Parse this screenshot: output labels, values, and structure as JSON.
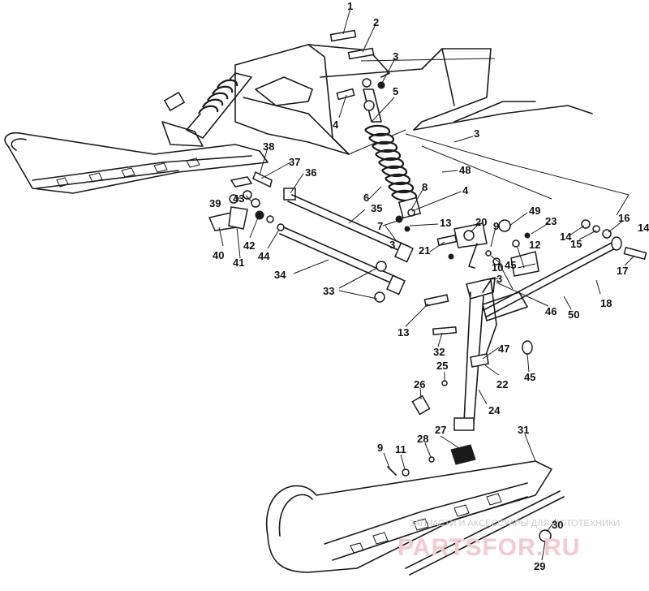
{
  "watermark": {
    "line1": "ЗАПЧАСТИ И АКСЕССУАРЫ ДЛЯ МОТОТЕХНИКИ",
    "line2": "PARTSFOR.RU"
  },
  "callouts": [
    {
      "id": "c1",
      "label": "1"
    },
    {
      "id": "c2",
      "label": "2"
    },
    {
      "id": "c3a",
      "label": "3"
    },
    {
      "id": "c4a",
      "label": "4"
    },
    {
      "id": "c5",
      "label": "5"
    },
    {
      "id": "c3b",
      "label": "3"
    },
    {
      "id": "c38",
      "label": "38"
    },
    {
      "id": "c37",
      "label": "37"
    },
    {
      "id": "c36",
      "label": "36"
    },
    {
      "id": "c48",
      "label": "48"
    },
    {
      "id": "c39",
      "label": "39"
    },
    {
      "id": "c43",
      "label": "43"
    },
    {
      "id": "c6",
      "label": "6"
    },
    {
      "id": "c8",
      "label": "8"
    },
    {
      "id": "c4b",
      "label": "4"
    },
    {
      "id": "c35",
      "label": "35"
    },
    {
      "id": "c7",
      "label": "7"
    },
    {
      "id": "c49",
      "label": "49"
    },
    {
      "id": "c13a",
      "label": "13"
    },
    {
      "id": "c20",
      "label": "20"
    },
    {
      "id": "c9a",
      "label": "9"
    },
    {
      "id": "c23",
      "label": "23"
    },
    {
      "id": "c16",
      "label": "16"
    },
    {
      "id": "c14a",
      "label": "14"
    },
    {
      "id": "c14b",
      "label": "14"
    },
    {
      "id": "c15",
      "label": "15"
    },
    {
      "id": "c42",
      "label": "42"
    },
    {
      "id": "c40",
      "label": "40"
    },
    {
      "id": "c41",
      "label": "41"
    },
    {
      "id": "c44",
      "label": "44"
    },
    {
      "id": "c3c",
      "label": "3"
    },
    {
      "id": "c21",
      "label": "21"
    },
    {
      "id": "c12",
      "label": "12"
    },
    {
      "id": "c45a",
      "label": "45"
    },
    {
      "id": "c10",
      "label": "10"
    },
    {
      "id": "c17",
      "label": "17"
    },
    {
      "id": "c34",
      "label": "34"
    },
    {
      "id": "c3d",
      "label": "3"
    },
    {
      "id": "c33",
      "label": "33"
    },
    {
      "id": "c46",
      "label": "46"
    },
    {
      "id": "c50",
      "label": "50"
    },
    {
      "id": "c18",
      "label": "18"
    },
    {
      "id": "c13b",
      "label": "13"
    },
    {
      "id": "c32",
      "label": "32"
    },
    {
      "id": "c47",
      "label": "47"
    },
    {
      "id": "c25",
      "label": "25"
    },
    {
      "id": "c22",
      "label": "22"
    },
    {
      "id": "c45b",
      "label": "45"
    },
    {
      "id": "c26",
      "label": "26"
    },
    {
      "id": "c24",
      "label": "24"
    },
    {
      "id": "c27",
      "label": "27"
    },
    {
      "id": "c31",
      "label": "31"
    },
    {
      "id": "c28",
      "label": "28"
    },
    {
      "id": "c9b",
      "label": "9"
    },
    {
      "id": "c11",
      "label": "11"
    },
    {
      "id": "c30",
      "label": "30"
    },
    {
      "id": "c29",
      "label": "29"
    }
  ]
}
